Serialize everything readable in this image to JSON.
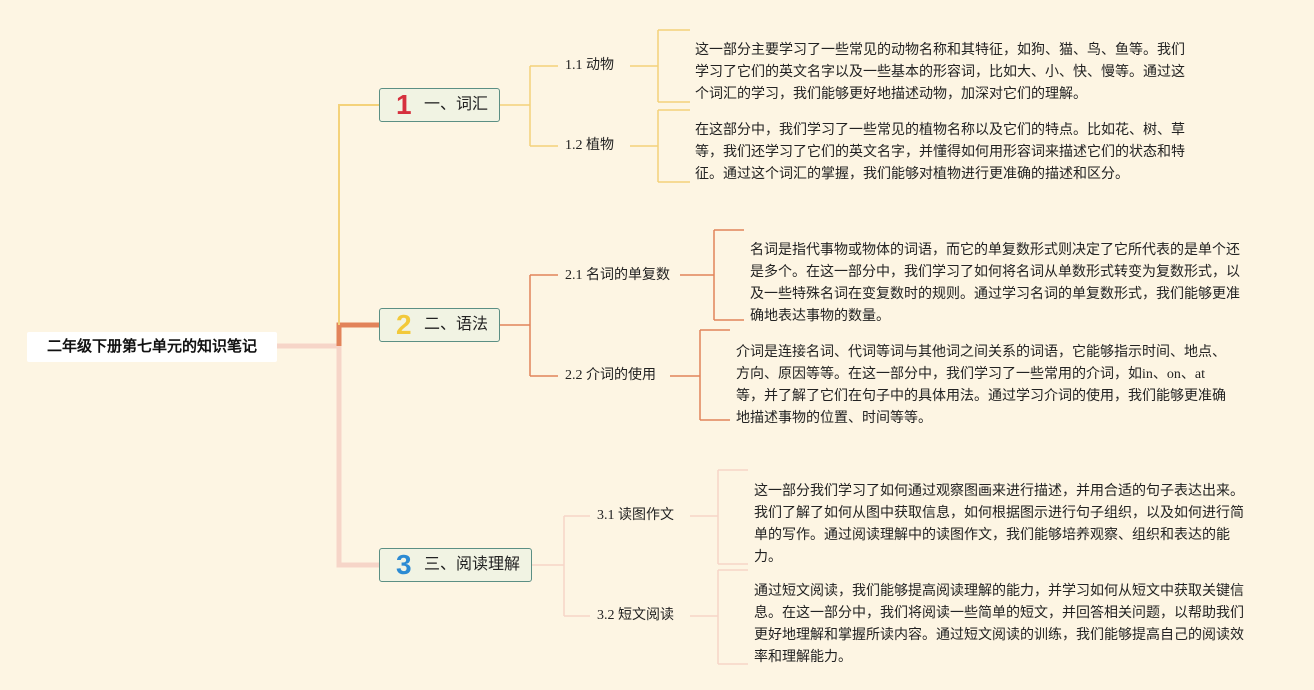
{
  "root": {
    "title": "二年级下册第七单元的知识笔记"
  },
  "colors": {
    "background": "#fdf5e3",
    "branch1": "#f4d27a",
    "branch2": "#e2835a",
    "branch3": "#f6d5c8",
    "topic_border": "#5b8f84",
    "num1": "#d6303e",
    "num2": "#f2c93a",
    "num3": "#2c8bd3"
  },
  "topics": [
    {
      "number": "1",
      "label": "一、词汇",
      "subs": [
        {
          "label": "1.1 动物",
          "note": "这一部分主要学习了一些常见的动物名称和其特征，如狗、猫、鸟、鱼等。我们学习了它们的英文名字以及一些基本的形容词，比如大、小、快、慢等。通过这个词汇的学习，我们能够更好地描述动物，加深对它们的理解。"
        },
        {
          "label": "1.2 植物",
          "note": "在这部分中，我们学习了一些常见的植物名称以及它们的特点。比如花、树、草等，我们还学习了它们的英文名字，并懂得如何用形容词来描述它们的状态和特征。通过这个词汇的掌握，我们能够对植物进行更准确的描述和区分。"
        }
      ]
    },
    {
      "number": "2",
      "label": "二、语法",
      "subs": [
        {
          "label": "2.1 名词的单复数",
          "note": "名词是指代事物或物体的词语，而它的单复数形式则决定了它所代表的是单个还是多个。在这一部分中，我们学习了如何将名词从单数形式转变为复数形式，以及一些特殊名词在变复数时的规则。通过学习名词的单复数形式，我们能够更准确地表达事物的数量。"
        },
        {
          "label": "2.2 介词的使用",
          "note": "介词是连接名词、代词等词与其他词之间关系的词语，它能够指示时间、地点、方向、原因等等。在这一部分中，我们学习了一些常用的介词，如in、on、at等，并了解了它们在句子中的具体用法。通过学习介词的使用，我们能够更准确地描述事物的位置、时间等等。"
        }
      ]
    },
    {
      "number": "3",
      "label": "三、阅读理解",
      "subs": [
        {
          "label": "3.1 读图作文",
          "note": "这一部分我们学习了如何通过观察图画来进行描述，并用合适的句子表达出来。我们了解了如何从图中获取信息，如何根据图示进行句子组织，以及如何进行简单的写作。通过阅读理解中的读图作文，我们能够培养观察、组织和表达的能力。"
        },
        {
          "label": "3.2 短文阅读",
          "note": "通过短文阅读，我们能够提高阅读理解的能力，并学习如何从短文中获取关键信息。在这一部分中，我们将阅读一些简单的短文，并回答相关问题，以帮助我们更好地理解和掌握所读内容。通过短文阅读的训练，我们能够提高自己的阅读效率和理解能力。"
        }
      ]
    }
  ]
}
